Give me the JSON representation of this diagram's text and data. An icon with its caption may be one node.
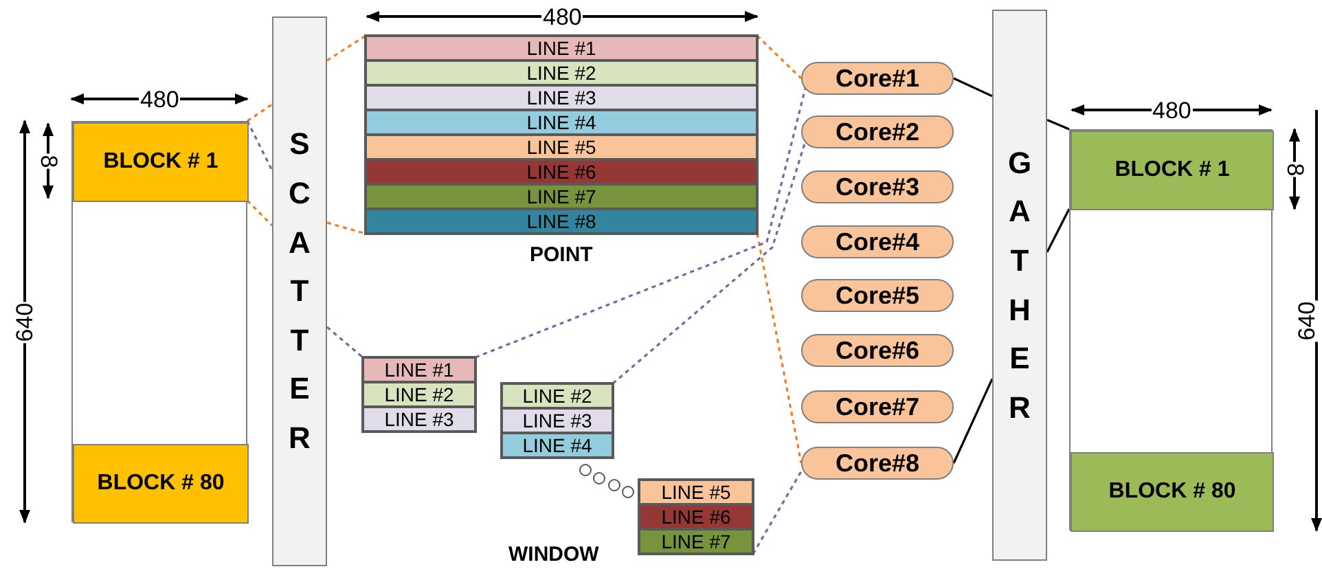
{
  "diagram": {
    "nodes": [
      {
        "text": [],
        "shape": "box"
      },
      {
        "text": [
          "BLOCK # 1"
        ],
        "in": 0
      },
      {
        "text": [
          "BLOCK # 80"
        ],
        "in": 0
      },
      {
        "text": [
          "SCATTER"
        ]
      },
      {
        "text": [],
        "shape": "box",
        "beside": [
          "POINT"
        ]
      },
      {
        "text": [
          "LINE #1"
        ],
        "in": 4
      },
      {
        "text": [
          "LINE #2"
        ],
        "in": 4
      },
      {
        "text": [
          "LINE #3"
        ],
        "in": 4
      },
      {
        "text": [
          "LINE #4"
        ],
        "in": 4
      },
      {
        "text": [
          "LINE #5"
        ],
        "in": 4
      },
      {
        "text": [
          "LINE #6"
        ],
        "in": 4
      },
      {
        "text": [
          "LINE #7"
        ],
        "in": 4
      },
      {
        "text": [
          "LINE #8"
        ],
        "in": 4
      },
      {
        "text": [],
        "shape": "box"
      },
      {
        "text": [
          "LINE #1"
        ],
        "in": 13
      },
      {
        "text": [
          "LINE #2"
        ],
        "in": 13
      },
      {
        "text": [
          "LINE #3"
        ],
        "in": 13
      },
      {
        "text": [],
        "shape": "box"
      },
      {
        "text": [
          "LINE #2"
        ],
        "in": 17
      },
      {
        "text": [
          "LINE #3"
        ],
        "in": 17
      },
      {
        "text": [
          "LINE #4"
        ],
        "in": 17
      },
      {
        "text": [],
        "shape": "box"
      },
      {
        "text": [
          "LINE #5"
        ],
        "in": 21
      },
      {
        "text": [
          "LINE #6"
        ],
        "in": 21
      },
      {
        "text": [
          "LINE #7"
        ],
        "in": 21
      },
      {
        "text": [
          "Core#1"
        ]
      },
      {
        "text": [
          "Core#2"
        ]
      },
      {
        "text": [
          "Core#3"
        ]
      },
      {
        "text": [
          "Core#4"
        ]
      },
      {
        "text": [
          "Core#5"
        ]
      },
      {
        "text": [
          "Core#6"
        ]
      },
      {
        "text": [
          "Core#7"
        ]
      },
      {
        "text": [
          "Core#8"
        ]
      },
      {
        "text": [
          "GATHER"
        ]
      },
      {
        "text": [],
        "shape": "box"
      },
      {
        "text": [
          "BLOCK # 1"
        ],
        "in": 34
      },
      {
        "text": [
          "BLOCK # 80"
        ],
        "in": 34
      }
    ],
    "edges": [
      {
        "from": 1,
        "to": 3,
        "arrow": "none",
        "style": "dashed",
        "color": "#f07f1e"
      },
      {
        "from": 1,
        "to": 3,
        "arrow": "none",
        "style": "dashed",
        "color": "#f07f1e"
      },
      {
        "from": 1,
        "to": 3,
        "arrow": "none",
        "style": "dashed",
        "color": "#8064a2"
      },
      {
        "from": 3,
        "to": 4,
        "arrow": "none",
        "style": "dashed",
        "color": "#f07f1e"
      },
      {
        "from": 3,
        "to": 4,
        "arrow": "none",
        "style": "dashed",
        "color": "#f07f1e"
      },
      {
        "from": 3,
        "to": 13,
        "arrow": "none",
        "style": "dashed",
        "color": "#8064a2"
      },
      {
        "from": 4,
        "to": 25,
        "arrow": "none",
        "style": "dashed",
        "color": "#f07f1e"
      },
      {
        "from": 4,
        "to": 32,
        "arrow": "none",
        "style": "dashed",
        "color": "#f07f1e"
      },
      {
        "from": 13,
        "to": 25,
        "arrow": "none",
        "style": "dashed",
        "color": "#8064a2"
      },
      {
        "from": 17,
        "to": 26,
        "arrow": "none",
        "style": "dashed",
        "color": "#8064a2"
      },
      {
        "from": 21,
        "to": 32,
        "arrow": "none",
        "style": "dashed",
        "color": "#8064a2"
      },
      {
        "from": 25,
        "to": 33,
        "arrow": "none",
        "color": "#000000"
      },
      {
        "from": 32,
        "to": 33,
        "arrow": "none",
        "color": "#000000"
      },
      {
        "from": 33,
        "to": 35,
        "arrow": "none",
        "color": "#000000"
      },
      {
        "from": 33,
        "to": 35,
        "arrow": "none",
        "color": "#000000"
      }
    ],
    "labels": [
      "480",
      "8",
      "640",
      "480",
      "WINDOW",
      "480",
      "8",
      "640"
    ]
  }
}
